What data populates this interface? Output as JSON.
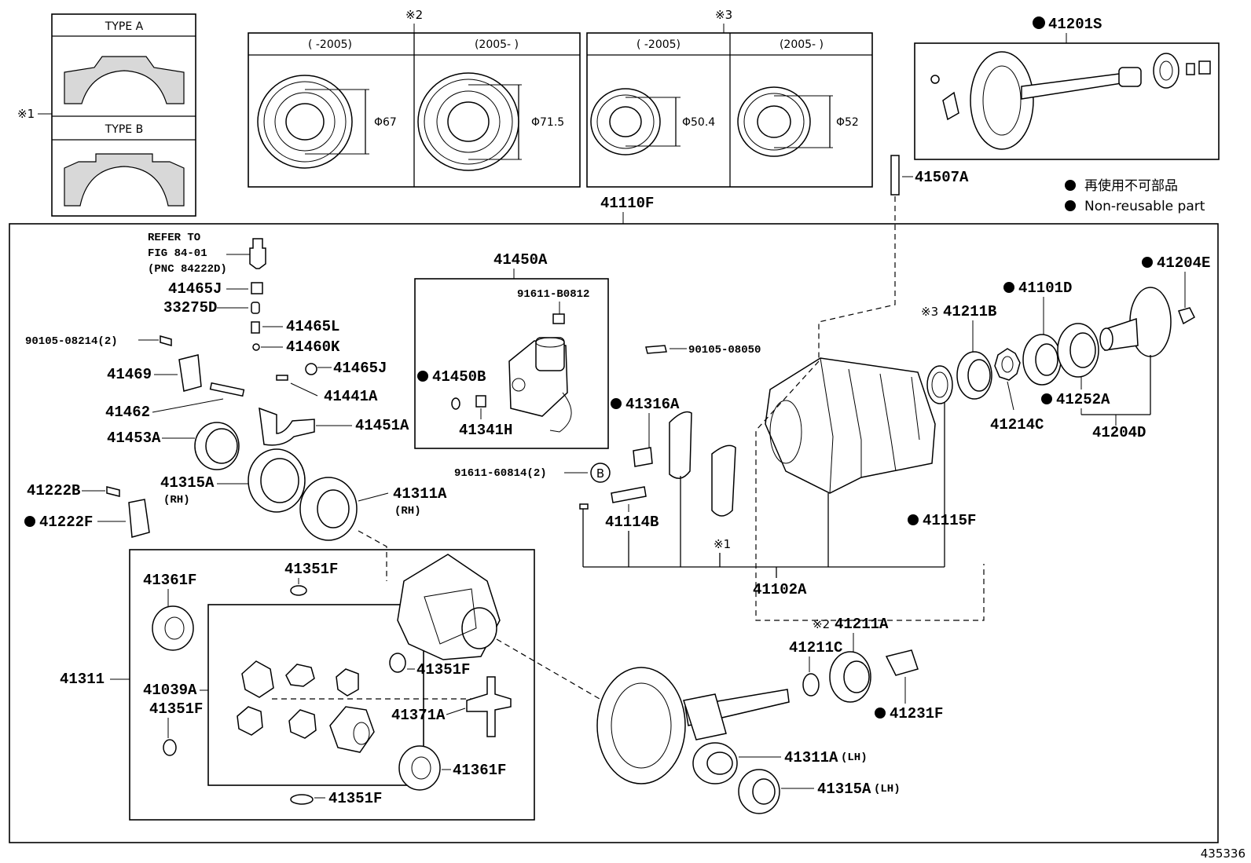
{
  "diagram_id": "435336",
  "legend": {
    "non_reusable_jp": "再使用不可部品",
    "non_reusable_en": "Non-reusable part"
  },
  "notes": {
    "note1": "※1",
    "note2": "※2",
    "note3": "※3"
  },
  "type_panel": {
    "type_a": "TYPE A",
    "type_b": "TYPE B"
  },
  "bearing_panel_2": {
    "col1_header": "(     -2005)",
    "col2_header": "(2005-      )",
    "dim1": "Φ67",
    "dim2": "Φ71.5"
  },
  "bearing_panel_3": {
    "col1_header": "(     -2005)",
    "col2_header": "(2005-      )",
    "dim1": "Φ50.4",
    "dim2": "Φ52"
  },
  "refer": {
    "line1": "REFER TO",
    "line2": "FIG 84-01",
    "line3": "(PNC 84222D)"
  },
  "parts": {
    "p41201S": "41201S",
    "p41507A": "41507A",
    "p41110F": "41110F",
    "p41450A": "41450A",
    "p91611B0812": "91611-B0812",
    "p41450B": "41450B",
    "p41341H": "41341H",
    "p41465J_1": "41465J",
    "p33275D": "33275D",
    "p41465L": "41465L",
    "p41460K": "41460K",
    "p90105_08214": "90105-08214(2)",
    "p41465J_2": "41465J",
    "p41469": "41469",
    "p41441A": "41441A",
    "p41462": "41462",
    "p41451A": "41451A",
    "p41453A": "41453A",
    "p41315A_RH": "41315A",
    "rh1": "(RH)",
    "p41311A_RH": "41311A",
    "rh2": "(RH)",
    "p41222B": "41222B",
    "p41222F": "41222F",
    "p91611_60814": "91611-60814(2)",
    "circle_b": "B",
    "p90105_08050": "90105-08050",
    "p41316A": "41316A",
    "p41114B": "41114B",
    "p41102A": "41102A",
    "p41115F": "41115F",
    "p41211B": "41211B",
    "p41101D": "41101D",
    "p41204E": "41204E",
    "p41214C": "41214C",
    "p41252A": "41252A",
    "p41204D": "41204D",
    "p41361F_1": "41361F",
    "p41351F_1": "41351F",
    "p41311": "41311",
    "p41039A": "41039A",
    "p41351F_2": "41351F",
    "p41351F_3": "41351F",
    "p41371A": "41371A",
    "p41361F_2": "41361F",
    "p41351F_4": "41351F",
    "p41211A": "41211A",
    "p41211C": "41211C",
    "p41231F": "41231F",
    "p41311A_LH": "41311A",
    "lh1": "(LH)",
    "p41315A_LH": "41315A",
    "lh2": "(LH)"
  }
}
